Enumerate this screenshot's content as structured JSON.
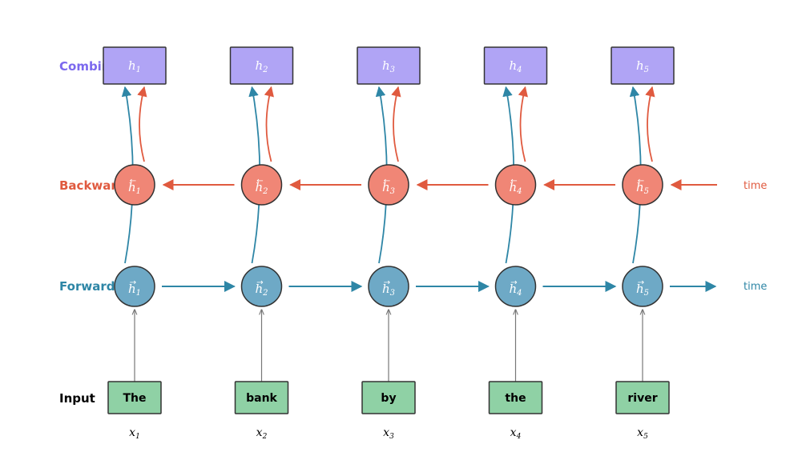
{
  "rows": {
    "combined": "Combined",
    "backward": "Backward",
    "forward": "Forward",
    "input": "Input"
  },
  "time_labels": {
    "backward": "time",
    "forward": "time"
  },
  "tokens": [
    {
      "word": "The",
      "x_var": "x",
      "x_sub": "1",
      "h_var": "h",
      "h_sub": "1",
      "fwd_arrow": "→",
      "bwd_arrow": "←"
    },
    {
      "word": "bank",
      "x_var": "x",
      "x_sub": "2",
      "h_var": "h",
      "h_sub": "2",
      "fwd_arrow": "→",
      "bwd_arrow": "←"
    },
    {
      "word": "by",
      "x_var": "x",
      "x_sub": "3",
      "h_var": "h",
      "h_sub": "3",
      "fwd_arrow": "→",
      "bwd_arrow": "←"
    },
    {
      "word": "the",
      "x_var": "x",
      "x_sub": "4",
      "h_var": "h",
      "h_sub": "4",
      "fwd_arrow": "→",
      "bwd_arrow": "←"
    },
    {
      "word": "river",
      "x_var": "x",
      "x_sub": "5",
      "h_var": "h",
      "h_sub": "5",
      "fwd_arrow": "→",
      "bwd_arrow": "←"
    }
  ],
  "colors": {
    "combined_fill": "#b0a4f5",
    "combined_label": "#7b68ee",
    "backward_fill": "#f08676",
    "backward_stroke": "#e05a3f",
    "backward_label": "#e05a3f",
    "forward_fill": "#6ea9c6",
    "forward_stroke": "#2e86a6",
    "forward_label": "#2e86a6",
    "input_fill": "#8fd1a5",
    "outline": "#333333",
    "input_arrow": "#777777"
  }
}
